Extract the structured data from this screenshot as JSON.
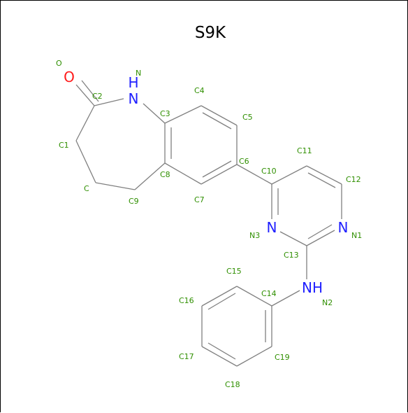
{
  "title": "S9K",
  "colors": {
    "bond": "#808080",
    "carbon_label": "#2f8f00",
    "nitrogen": "#1f1fff",
    "oxygen": "#ff1a1a"
  },
  "atom_labels": {
    "O": "O",
    "N_amide": "H\nN",
    "N1": "N",
    "N3": "N",
    "N2": "NH"
  },
  "atom_indices": {
    "O": "O",
    "N": "N",
    "C1": "C1",
    "C2": "C2",
    "C3": "C3",
    "C4": "C4",
    "C5": "C5",
    "C6": "C6",
    "C7": "C7",
    "C8": "C8",
    "C9": "C9",
    "C": "C",
    "C10": "C10",
    "C11": "C11",
    "C12": "C12",
    "N1": "N1",
    "N3": "N3",
    "C13": "C13",
    "N2": "N2",
    "C14": "C14",
    "C15": "C15",
    "C16": "C16",
    "C17": "C17",
    "C18": "C18",
    "C19": "C19"
  }
}
